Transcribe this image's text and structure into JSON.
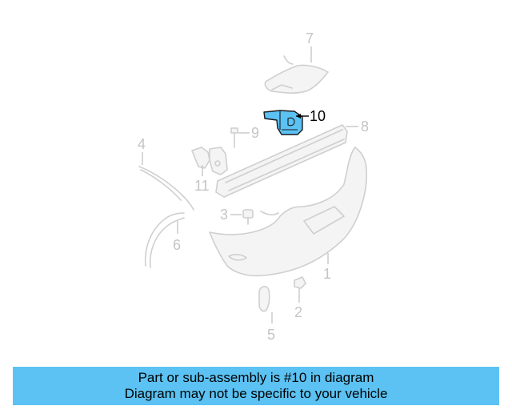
{
  "callouts": {
    "c1": "1",
    "c2": "2",
    "c3": "3",
    "c4": "4",
    "c5": "5",
    "c6": "6",
    "c7": "7",
    "c8": "8",
    "c9": "9",
    "c10": "10",
    "c11": "11"
  },
  "highlighted_part": "10",
  "colors": {
    "highlight_fill": "#5bc2f3",
    "banner_bg": "#5bc2f3",
    "ghost_stroke": "#cfcfcf"
  },
  "banner": {
    "line1": "Part or sub-assembly is #10 in diagram",
    "line2": "Diagram may not be specific to your vehicle"
  }
}
